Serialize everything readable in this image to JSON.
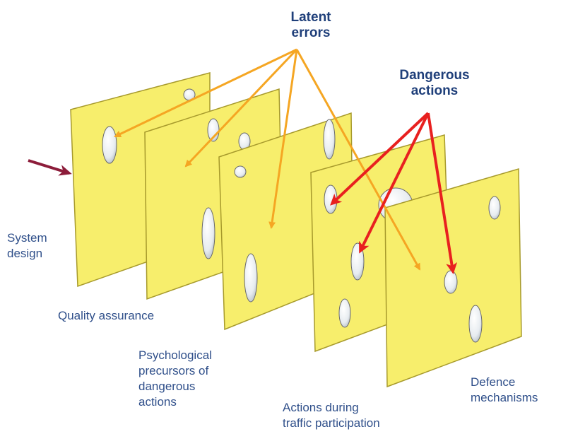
{
  "callouts": {
    "latent_errors": [
      "Latent",
      "errors"
    ],
    "dangerous_actions": [
      "Dangerous",
      "actions"
    ]
  },
  "layers": [
    {
      "lines": [
        "System",
        "design"
      ]
    },
    {
      "lines": [
        "Quality assurance"
      ]
    },
    {
      "lines": [
        "Psychological",
        "precursors of",
        "dangerous",
        "actions"
      ]
    },
    {
      "lines": [
        "Actions during",
        "traffic participation"
      ]
    },
    {
      "lines": [
        "Defence",
        "mechanisms"
      ]
    }
  ],
  "colors": {
    "slice_fill": "#f7ee6c",
    "slice_stroke": "#a79a2c",
    "hole_fill": "#e7ecf0",
    "latent_arrow": "#f5a623",
    "dangerous_arrow": "#e8201f",
    "input_arrow": "#8c1c3a",
    "label_text": "#2f4f8a",
    "callout_text": "#1f3f7a"
  }
}
